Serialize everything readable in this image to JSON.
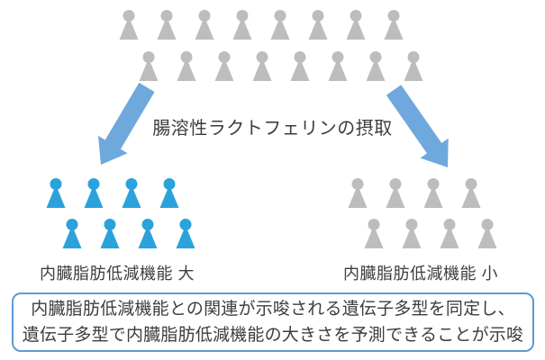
{
  "colors": {
    "icon_gray": "#bdbdbd",
    "icon_blue": "#2ba2db",
    "arrow_blue": "#6fa8dc",
    "box_border": "#5b9bd5",
    "text": "#3d3d3d"
  },
  "top_group": {
    "rows": [
      8,
      8
    ]
  },
  "middle": {
    "label": "腸溶性ラクトフェリンの摂取"
  },
  "left_group": {
    "rows": [
      4,
      4
    ],
    "label": "内臓脂肪低減機能 大"
  },
  "right_group": {
    "rows": [
      4,
      4
    ],
    "label": "内臓脂肪低減機能 小"
  },
  "caption_box": {
    "line1": "内臓脂肪低減機能との関連が示唆される遺伝子多型を同定し、",
    "line2": "遺伝子多型で内臓脂肪低減機能の大きさを予測できることが示唆"
  }
}
